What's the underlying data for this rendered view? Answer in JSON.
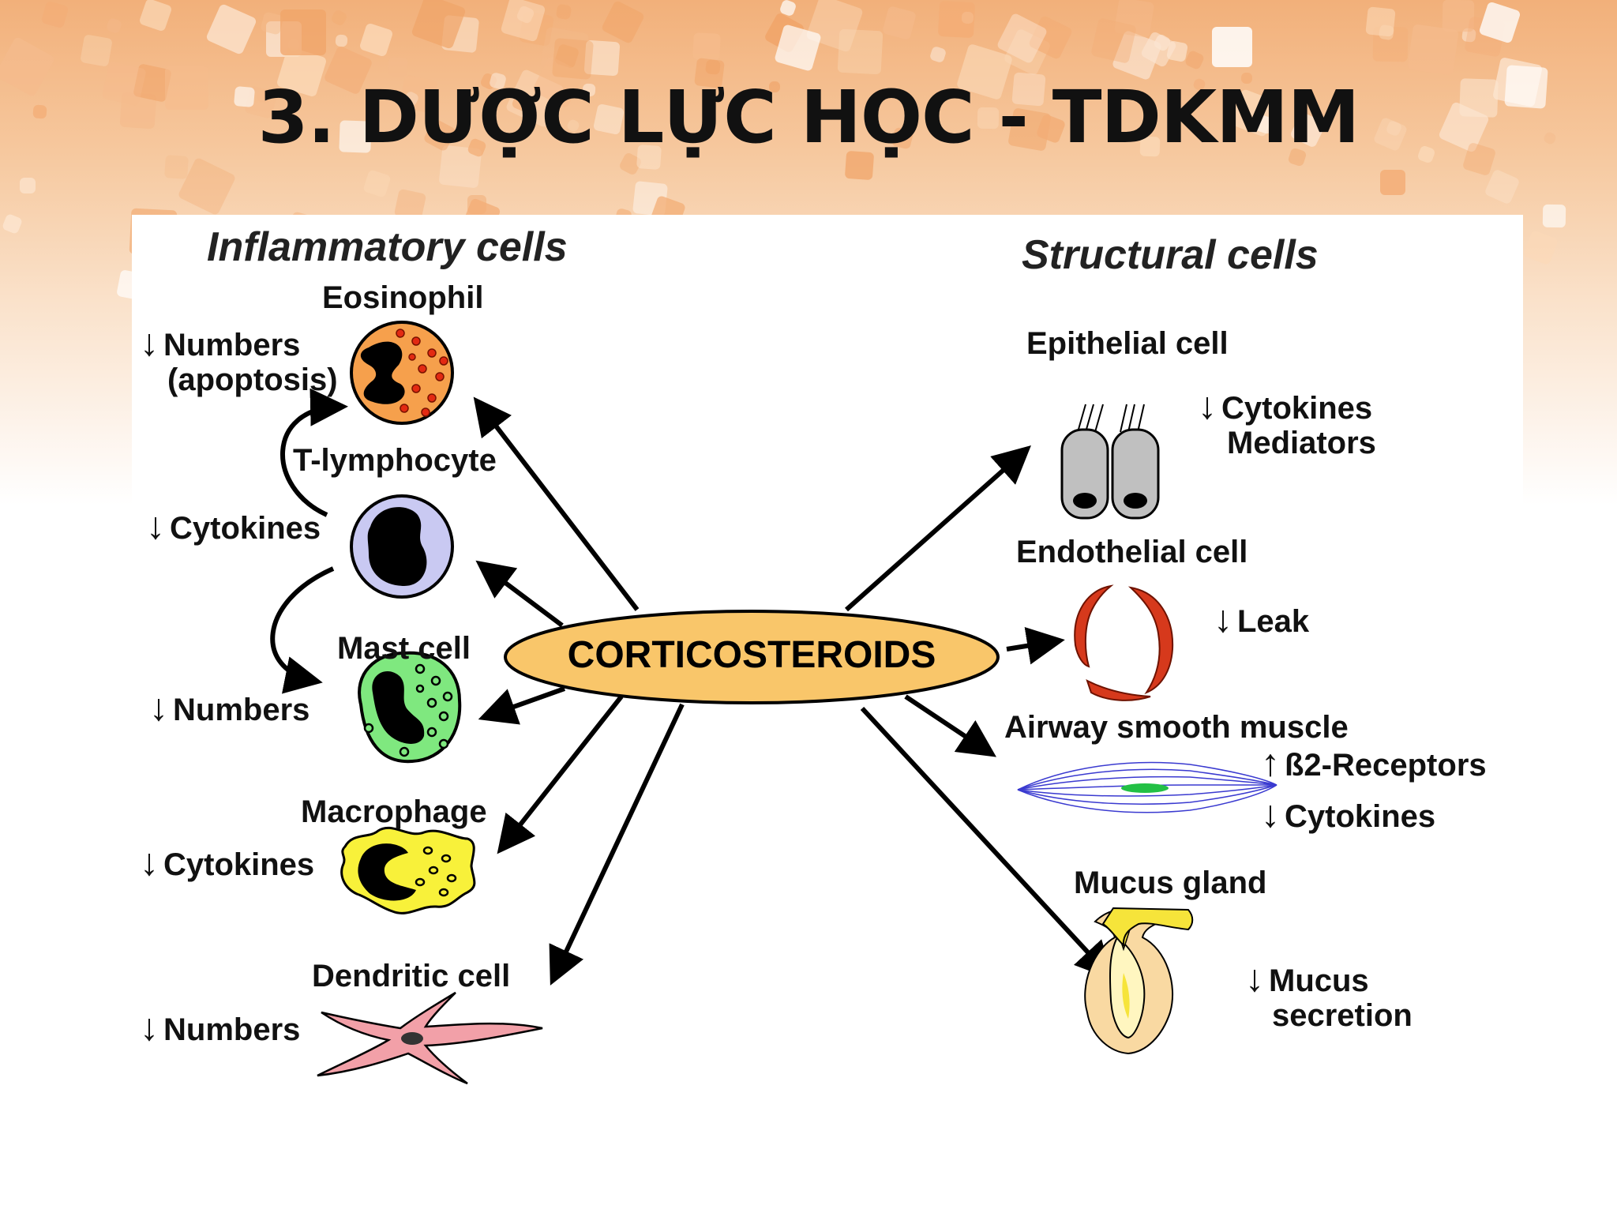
{
  "slide": {
    "title": "3. DƯỢC LỰC HỌC - TDKMM"
  },
  "diagram": {
    "center": "CORTICOSTEROIDS",
    "left_header": "Inflammatory cells",
    "right_header": "Structural cells",
    "inflammatory_cells": [
      {
        "name": "Eosinophil",
        "effect": "Numbers",
        "effect_line2": "(apoptosis)",
        "direction": "down"
      },
      {
        "name": "T-lymphocyte",
        "effect": "Cytokines",
        "direction": "down"
      },
      {
        "name": "Mast cell",
        "effect": "Numbers",
        "direction": "down"
      },
      {
        "name": "Macrophage",
        "effect": "Cytokines",
        "direction": "down"
      },
      {
        "name": "Dendritic cell",
        "effect": "Numbers",
        "direction": "down"
      }
    ],
    "structural_cells": [
      {
        "name": "Epithelial cell",
        "effect": "Cytokines",
        "effect_line2": "Mediators",
        "direction": "down"
      },
      {
        "name": "Endothelial cell",
        "effect": "Leak",
        "direction": "down"
      },
      {
        "name": "Airway smooth muscle",
        "effect": "ß2-Receptors",
        "direction": "up",
        "effect2": "Cytokines",
        "direction2": "down"
      },
      {
        "name": "Mucus gland",
        "effect": "Mucus",
        "effect_line2": "secretion",
        "direction": "down"
      }
    ],
    "colors": {
      "hub_fill": "#f9c66a",
      "eosinophil": "#f6a04c",
      "eosinophil_granules": "#e32a12",
      "t_lymphocyte": "#c9c9f2",
      "mast_cell": "#7fe87f",
      "macrophage": "#f8f13a",
      "dendritic_cell": "#f2a0a8",
      "epithelial": "#c0c0c0",
      "endothelial": "#d6391c",
      "smooth_muscle": "#3a3ad0",
      "mucus_gland": "#f6e43a",
      "mucus_gland_outer": "#f9d9a2"
    }
  }
}
